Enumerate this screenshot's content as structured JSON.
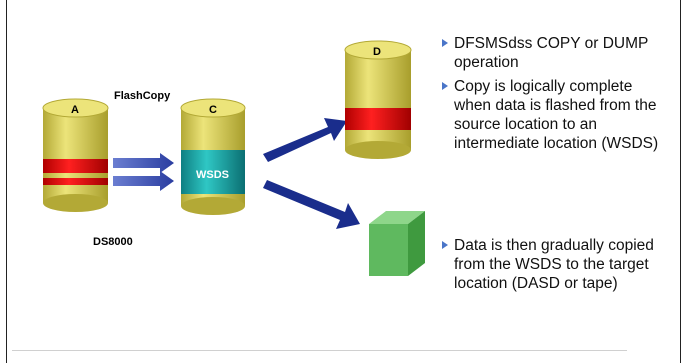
{
  "diagram": {
    "label_flashcopy": "FlashCopy",
    "label_ds8000": "DS8000",
    "volume_a": "A",
    "volume_c": "C",
    "volume_d": "D",
    "wsds_label": "WSDS"
  },
  "bullets_top": [
    {
      "text": "DFSMSdss COPY or  DUMP operation"
    },
    {
      "text": "Copy is logically complete when data is flashed from the source location to an intermediate location (WSDS)"
    }
  ],
  "bullets_bottom": [
    {
      "text": "Data is then gradually copied from the WSDS to the target location (DASD or tape)"
    }
  ],
  "colors": {
    "cylinder_body": "#d9cf5a",
    "cylinder_top": "#ece47a",
    "red_band": "#e01010",
    "wsds_band": "#19a8a8",
    "arrow_blue": "#1a2d8c",
    "tape_box": "#5fb95f",
    "bullet": "#4a75c8"
  }
}
